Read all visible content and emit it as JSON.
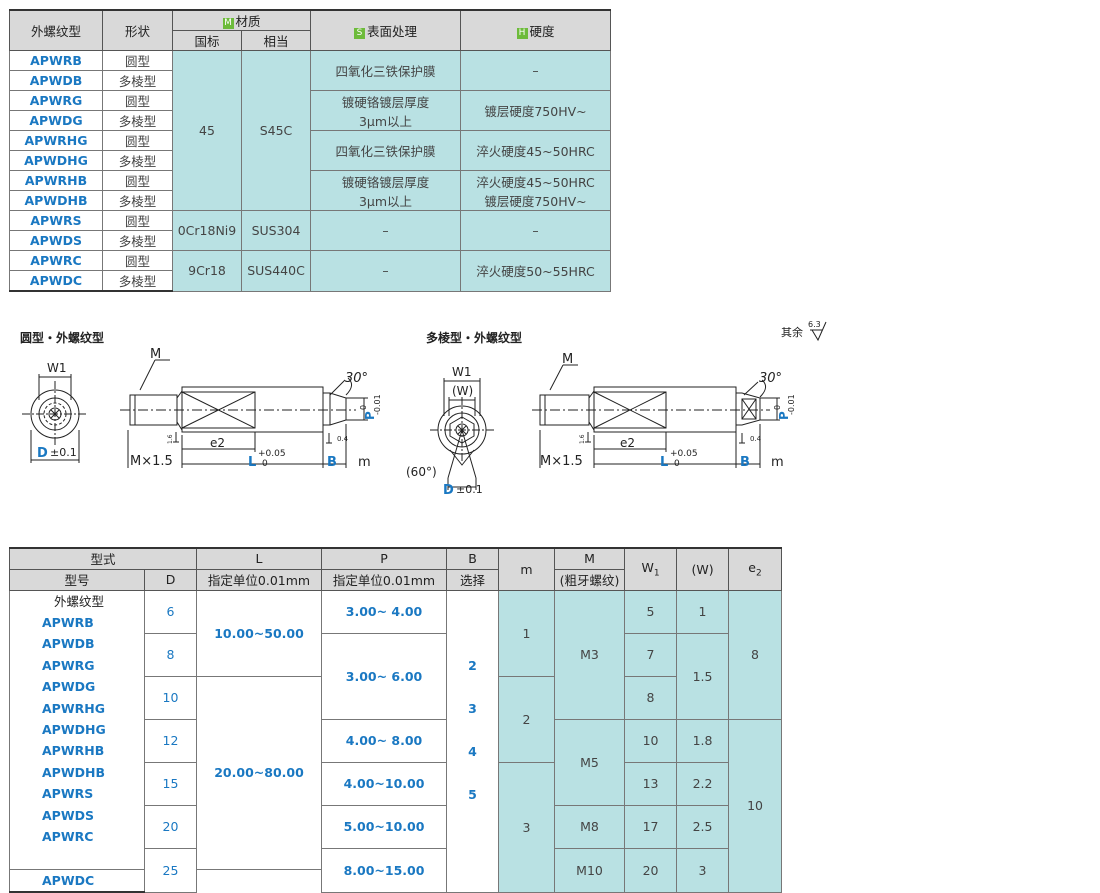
{
  "table1": {
    "headers": {
      "type": "外螺纹型",
      "shape": "形状",
      "material_badge": "M",
      "material": "材质",
      "std": "国标",
      "equiv": "相当",
      "surface_badge": "S",
      "surface": "表面处理",
      "hardness_badge": "H",
      "hardness": "硬度"
    },
    "rows": [
      {
        "code": "APWRB",
        "shape": "圆型"
      },
      {
        "code": "APWDB",
        "shape": "多棱型"
      },
      {
        "code": "APWRG",
        "shape": "圆型"
      },
      {
        "code": "APWDG",
        "shape": "多棱型"
      },
      {
        "code": "APWRHG",
        "shape": "圆型"
      },
      {
        "code": "APWDHG",
        "shape": "多棱型"
      },
      {
        "code": "APWRHB",
        "shape": "圆型"
      },
      {
        "code": "APWDHB",
        "shape": "多棱型"
      },
      {
        "code": "APWRS",
        "shape": "圆型"
      },
      {
        "code": "APWDS",
        "shape": "多棱型"
      },
      {
        "code": "APWRC",
        "shape": "圆型"
      },
      {
        "code": "APWDC",
        "shape": "多棱型"
      }
    ],
    "mat_std_45": "45",
    "mat_eq_s45c": "S45C",
    "mat_std_sus304": "0Cr18Ni9",
    "mat_eq_sus304": "SUS304",
    "mat_std_440": "9Cr18",
    "mat_eq_440": "SUS440C",
    "surf_oxide": "四氧化三铁保护膜",
    "surf_chrome_1": "镀硬铬镀层厚度",
    "surf_chrome_2": "3μm以上",
    "hard_dash": "–",
    "hard_chrome": "镀层硬度750HV~",
    "hard_quench": "淬火硬度45~50HRC",
    "hard_quench_b": "淬火硬度45~50HRC",
    "hard_chrome_b": "镀层硬度750HV~",
    "hard_440": "淬火硬度50~55HRC",
    "dash": "–"
  },
  "drawings": {
    "round_title": "圆型・外螺纹型",
    "poly_title": "多棱型・外螺纹型",
    "remark": "其余",
    "roughness_top": "6.3",
    "round": {
      "w1": "W1",
      "m": "M",
      "angle": "30°",
      "d": "D",
      "dtol": "±0.1",
      "thread": "M×1.5",
      "e2": "e2",
      "l": "L",
      "ltol_up": "+0.05",
      "ltol_dn": "0",
      "b": "B",
      "mm": "m",
      "p": "P",
      "ptol_up": "0",
      "ptol_dn": "-0.01",
      "r1": "1.6",
      "r2": "0.4"
    },
    "poly": {
      "w1": "W1",
      "w": "(W)",
      "m": "M",
      "angle": "30°",
      "angle60": "(60°)",
      "d": "D",
      "dtol": "±0.1",
      "thread": "M×1.5",
      "e2": "e2",
      "l": "L",
      "ltol_up": "+0.05",
      "ltol_dn": "0",
      "b": "B",
      "mm": "m",
      "p": "P",
      "ptol_up": "0",
      "ptol_dn": "-0.01",
      "r1": "1.6",
      "r2": "0.4"
    }
  },
  "table2": {
    "headers": {
      "form": "型式",
      "l": "L",
      "p": "P",
      "b": "B",
      "m": "m",
      "mm": "M",
      "w1": "W",
      "w1_sub": "1",
      "w": "(W)",
      "e2": "e",
      "e2_sub": "2",
      "model": "型号",
      "d": "D",
      "l_unit": "指定单位0.01mm",
      "p_unit": "指定单位0.01mm",
      "b_sel": "选择",
      "mm_sub": "(粗牙螺纹)"
    },
    "codes_header": "外螺纹型",
    "codes": [
      "APWRB",
      "APWDB",
      "APWRG",
      "APWDG",
      "APWRHG",
      "APWDHG",
      "APWRHB",
      "APWDHB",
      "APWRS",
      "APWDS",
      "APWRC",
      "APWDC"
    ],
    "d_values": [
      "6",
      "8",
      "10",
      "12",
      "15",
      "20",
      "25"
    ],
    "l_values": [
      "10.00~50.00",
      "20.00~80.00"
    ],
    "p_values": [
      "3.00~ 4.00",
      "3.00~ 6.00",
      "4.00~ 8.00",
      "4.00~10.00",
      "5.00~10.00",
      "8.00~15.00"
    ],
    "b_values": [
      "2",
      "3",
      "4",
      "5"
    ],
    "m_values": [
      "1",
      "2",
      "3"
    ],
    "mm_values": [
      "M3",
      "M5",
      "M8",
      "M10"
    ],
    "w1_values": [
      "5",
      "7",
      "8",
      "10",
      "13",
      "17",
      "20"
    ],
    "w_values": [
      "1",
      "1.5",
      "1.8",
      "2.2",
      "2.5",
      "3"
    ],
    "e2_values": [
      "8",
      "10"
    ]
  }
}
